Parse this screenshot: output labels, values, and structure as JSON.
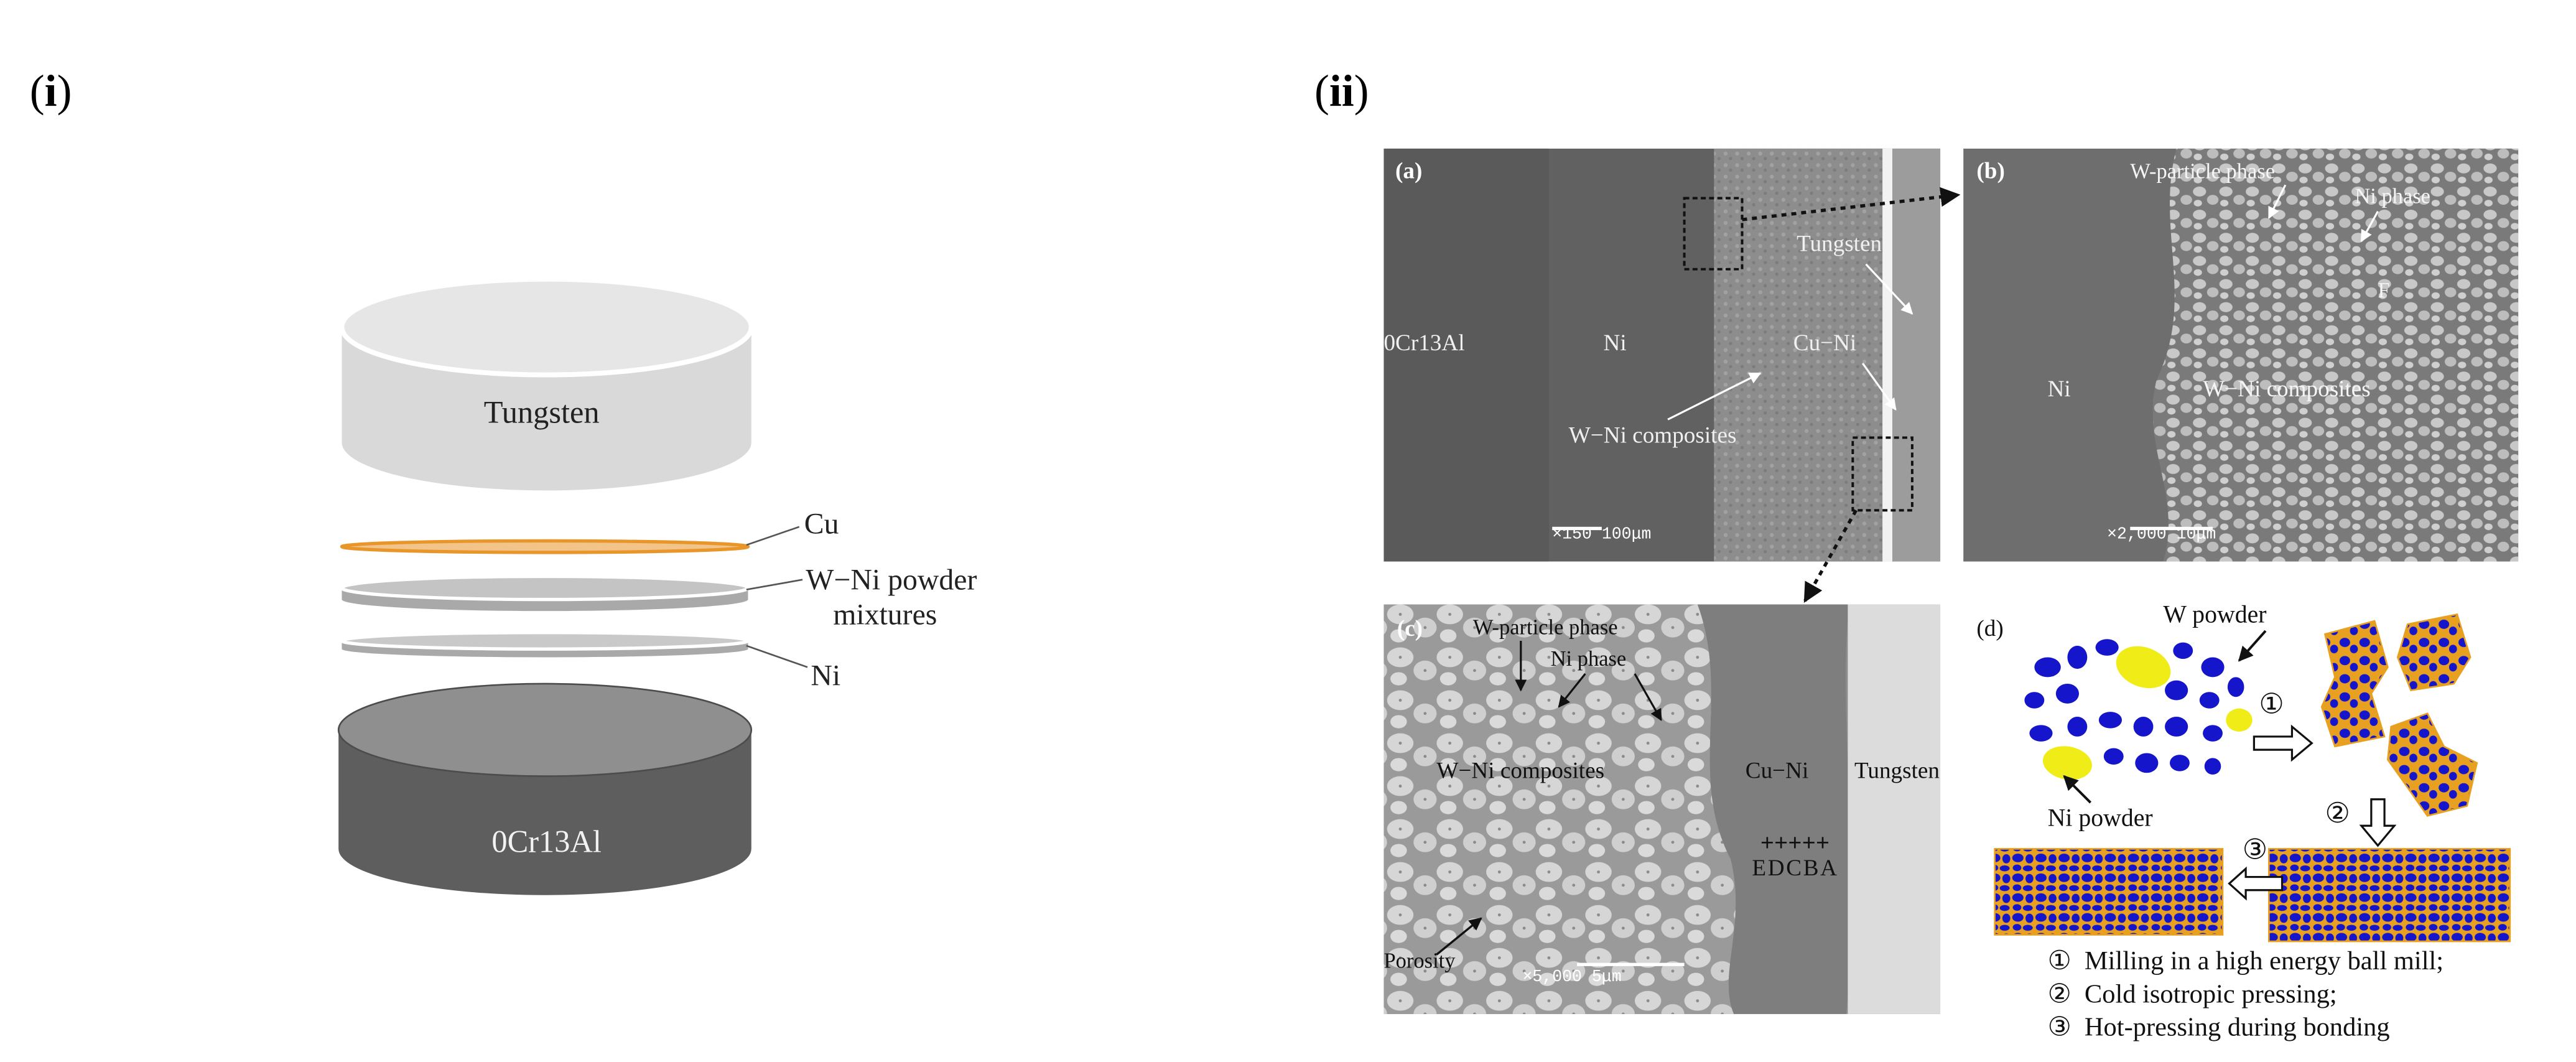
{
  "panel_i": {
    "label_open": "(",
    "label_roman": "i",
    "label_close": ")",
    "tungsten_label": "Tungsten",
    "cu_label": "Cu",
    "wni_label_line1": "W−Ni powder",
    "wni_label_line2": "mixtures",
    "ni_label": "Ni",
    "steel_label": "0Cr13Al"
  },
  "panel_ii": {
    "label_open": "(",
    "label_roman": "ii",
    "label_close": ")",
    "sem_a": {
      "tag": "(a)",
      "label_0cr13al": "0Cr13Al",
      "label_ni": "Ni",
      "label_tungsten": "Tungsten",
      "label_cuni": "Cu−Ni",
      "label_wni": "W−Ni composites",
      "scale_text": "×150  100μm"
    },
    "sem_b": {
      "tag": "(b)",
      "label_wparticle": "W-particle phase",
      "label_niphase": "Ni phase",
      "label_f": "F",
      "label_ni": "Ni",
      "label_wni": "W−Ni composites",
      "scale_text": "×2,000  10μm"
    },
    "sem_c": {
      "tag": "(c)",
      "label_wparticle": "W-particle phase",
      "label_niphase": "Ni phase",
      "label_wni": "W−Ni composites",
      "label_cuni": "Cu−Ni",
      "label_tungsten": "Tungsten",
      "label_points": "EDCBA",
      "label_porosity": "Porosity",
      "scale_text": "×5,000    5μm"
    },
    "schematic_d": {
      "tag": "(d)",
      "label_wpowder": "W powder",
      "label_nipowder": "Ni powder",
      "step1_mark": "①",
      "step2_mark": "②",
      "step3_mark": "③",
      "legend": [
        {
          "mark": "①",
          "text": "Milling in a high energy ball mill;"
        },
        {
          "mark": "②",
          "text": "Cold isotropic pressing;"
        },
        {
          "mark": "③",
          "text": "Hot-pressing during bonding"
        }
      ]
    }
  },
  "colors": {
    "tungsten_top": "#e6e6e6",
    "tungsten_side": "#d9d9d9",
    "cu_layer": "#e8962a",
    "disk_gray": "#a9a9a9",
    "steel_top": "#8f8f8f",
    "steel_side": "#5e5e5e",
    "w_particle": "#1515cc",
    "ni_powder": "#f0ec18",
    "binder_orange": "#e8a020"
  }
}
